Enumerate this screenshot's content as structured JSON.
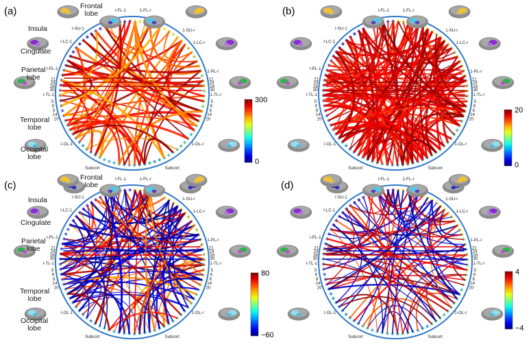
{
  "panels": [
    {
      "letter": "(a)",
      "colorbar": {
        "max_label": "300",
        "min_label": "0",
        "scheme": "jet-red"
      },
      "link_mode": "positive",
      "show_region_labels": true
    },
    {
      "letter": "(b)",
      "colorbar": {
        "max_label": "20",
        "min_label": "0",
        "scheme": "jet-red"
      },
      "link_mode": "dense-positive",
      "show_region_labels": false
    },
    {
      "letter": "(c)",
      "colorbar": {
        "max_label": "80",
        "min_label": "−60",
        "scheme": "jet"
      },
      "link_mode": "mixed",
      "show_region_labels": true
    },
    {
      "letter": "(d)",
      "colorbar": {
        "max_label": "4",
        "min_label": "−4",
        "scheme": "jet"
      },
      "link_mode": "mixed-sparse",
      "show_region_labels": false
    }
  ],
  "region_labels": {
    "frontal": "Frontal\nlobe",
    "insula": "Insula",
    "cingulate": "Cingulate",
    "parietal": "Parietal\nlobe",
    "temporal": "Temporal\nlobe",
    "occipital": "Occipital\nlobe"
  },
  "node_labels": {
    "left_frontal": "l-FL-1",
    "right_frontal": "1-FL-r",
    "left_insula": "l-SU-1",
    "right_insula": "1-SU-r",
    "left_cingulate": "l-LC-1",
    "right_cingulate": "1-LC-r",
    "left_parietal": "l-PL-1",
    "right_parietal": "1-PL-r",
    "left_temporal": "l-TL-1",
    "right_temporal": "1-TL-r",
    "left_occipital": "l-OL-1",
    "right_occipital": "1-OL-r",
    "subcort_left": "Subcort",
    "subcort_right": "Subcort",
    "left_parietal_numbers": [
      "21",
      "24",
      "28",
      "30"
    ],
    "left_temporal_numbers": [
      "5",
      "6",
      "8",
      "14",
      "20"
    ],
    "right_parietal_numbers": [
      "21",
      "24",
      "28",
      "30"
    ],
    "right_temporal_numbers": [
      "5",
      "6",
      "8",
      "14",
      "20"
    ]
  },
  "colors": {
    "frontal": "#f2e43a",
    "insula": "#f4c430",
    "cingulate": "#5b3fb5",
    "parietal": "#6a52c8",
    "temporal": "#3aa0e0",
    "occipital": "#5cc0d8",
    "subcort": "#3fb0c0",
    "ring": "#2f78c8"
  },
  "brain_icons": [
    "frontal",
    "insula",
    "cingulate",
    "parietal",
    "temporal",
    "occipital"
  ]
}
